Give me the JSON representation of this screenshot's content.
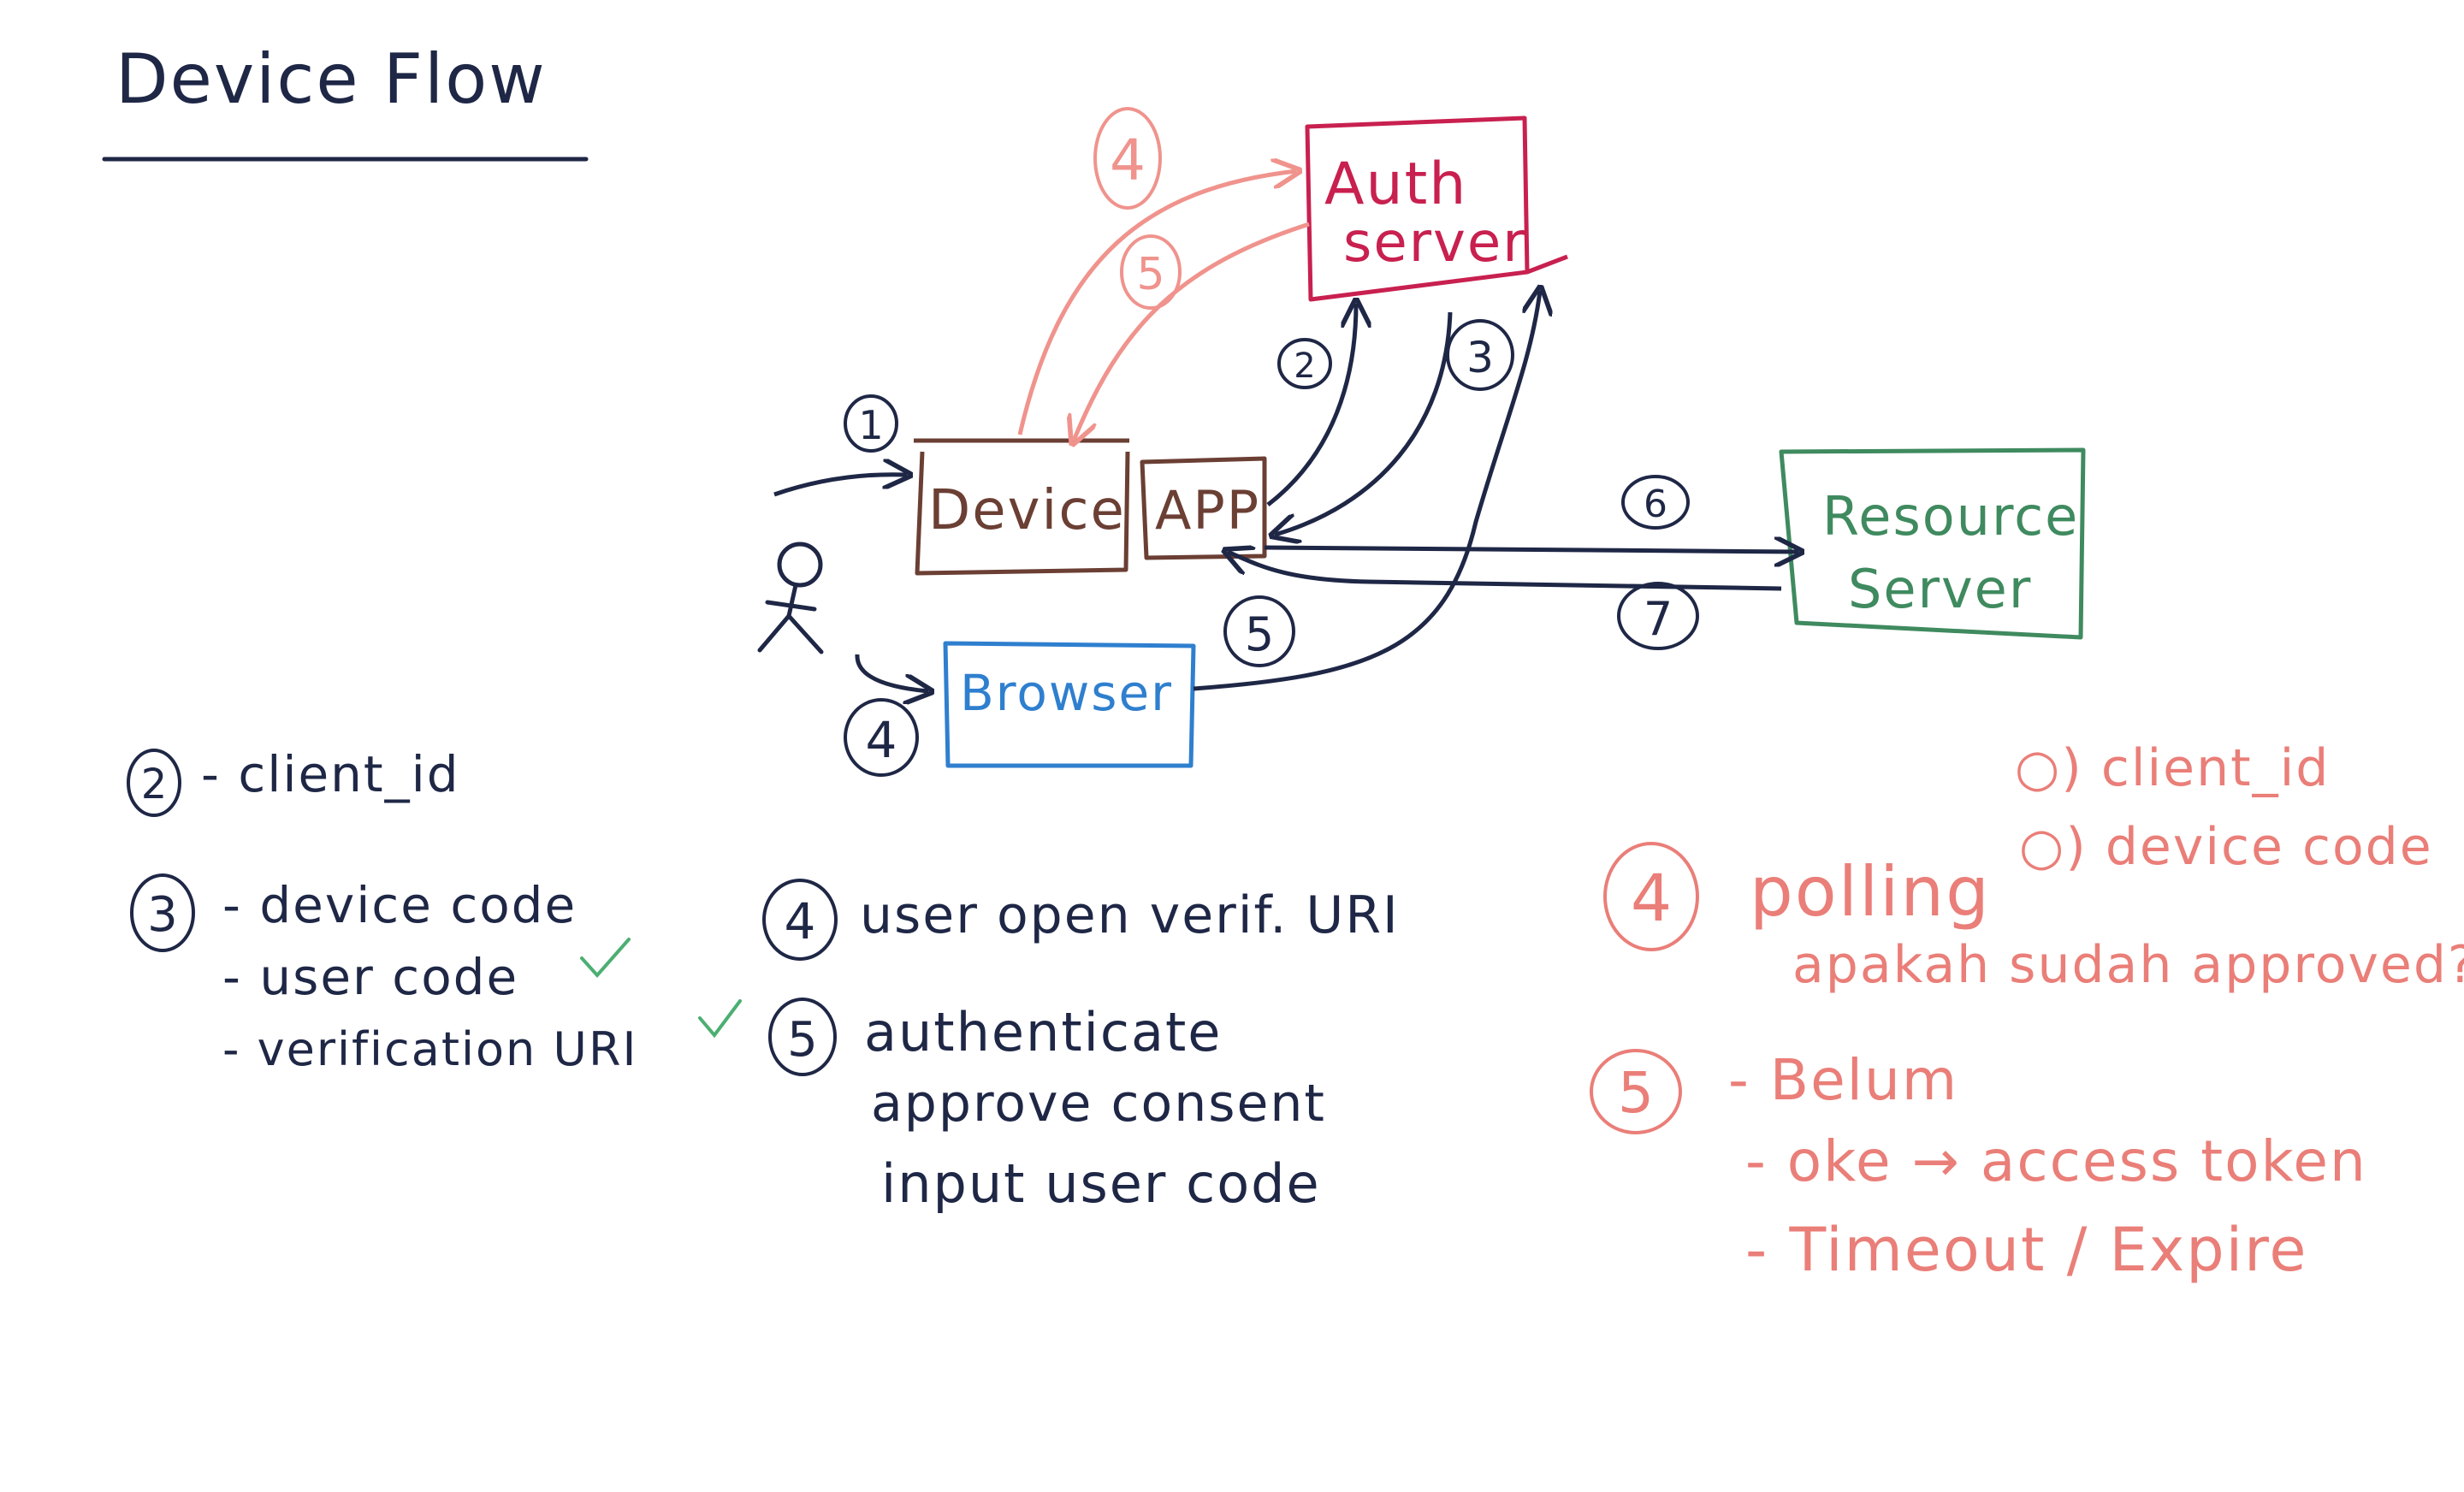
{
  "colors": {
    "ink": "#1f2746",
    "salmon": "#ea7e78",
    "auth": "#c8204f",
    "device": "#6b3f34",
    "browser": "#2f7fcf",
    "resource": "#3f8a5f",
    "check": "#4caf72"
  },
  "title": "Device Flow",
  "nodes": {
    "auth": {
      "line1": "Auth",
      "line2": "server"
    },
    "device": "Device",
    "app": "APP",
    "browser": "Browser",
    "resource": {
      "line1": "Resource",
      "line2": "Server"
    }
  },
  "diagram_steps": {
    "s1": "1",
    "s2": "2",
    "s3": "3",
    "s4_top": "4",
    "s5_top": "5",
    "s4_browser": "4",
    "s5_browser": "5",
    "s6": "6",
    "s7": "7"
  },
  "notes": {
    "n2": {
      "num": "2",
      "text": "- client_id"
    },
    "n3": {
      "num": "3",
      "items": [
        "- device code",
        "- user code",
        "- verification URI"
      ]
    },
    "n4": {
      "num": "4",
      "text": "user open verif. URI"
    },
    "n5": {
      "num": "5",
      "items": [
        "authenticate",
        "approve consent",
        "input user code"
      ]
    },
    "polling": {
      "num": "4",
      "title": "polling",
      "params": [
        "○) client_id",
        "○) device code"
      ],
      "question": "apakah sudah approved?"
    },
    "result": {
      "num": "5",
      "items": [
        "- Belum",
        "- oke → access token",
        "- Timeout / Expire"
      ]
    }
  }
}
